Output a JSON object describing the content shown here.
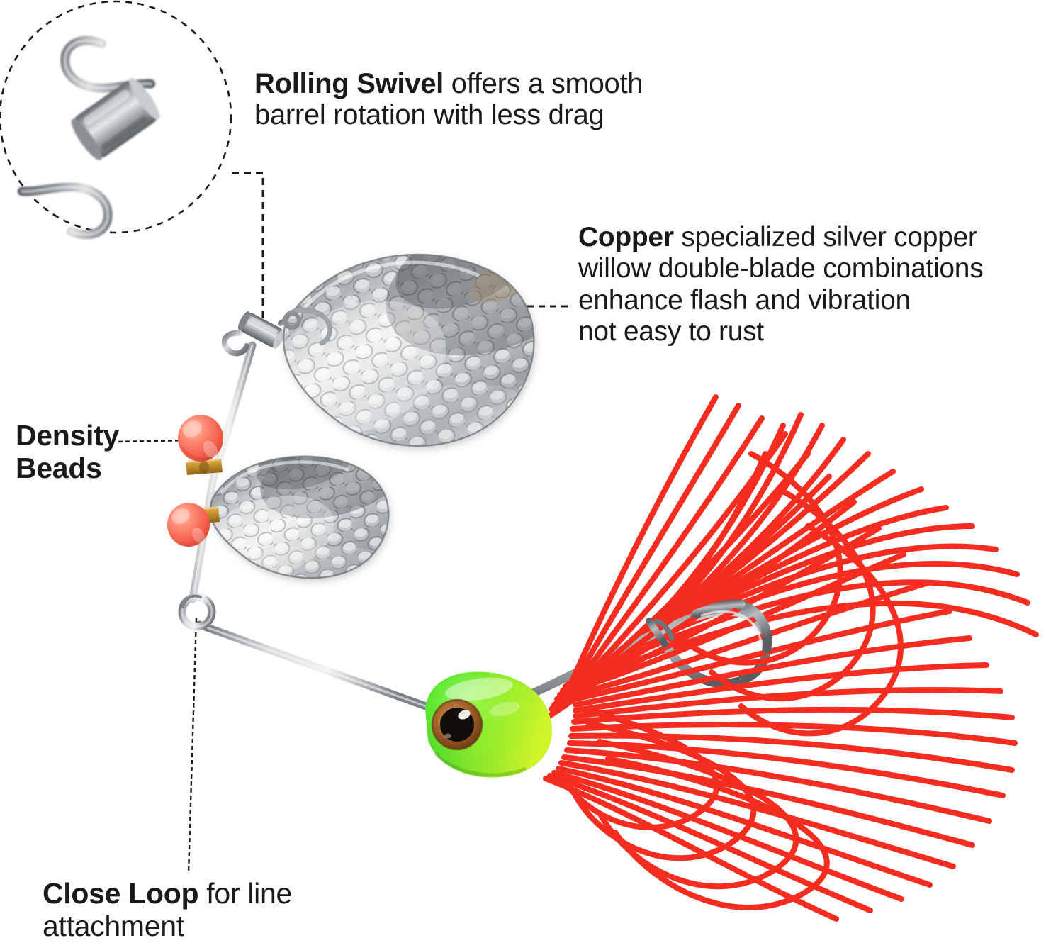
{
  "page": {
    "title": "Spinnerbait Fishing Lure Feature Infographic",
    "background": "#ffffff"
  },
  "callouts": [
    {
      "id": "swivel",
      "name": "rolling-swivel-callout",
      "lines": [
        {
          "bold": "Rolling Swivel",
          "rest": " offers a smooth"
        },
        {
          "bold": "",
          "rest": "barrel rotation with less drag"
        }
      ]
    },
    {
      "id": "copper",
      "name": "copper-blade-callout",
      "lines": [
        {
          "bold": "Copper",
          "rest": " specialized silver copper"
        },
        {
          "bold": "",
          "rest": "willow double-blade combinations"
        },
        {
          "bold": "",
          "rest": "enhance flash and vibration"
        },
        {
          "bold": "",
          "rest": "not easy to rust"
        }
      ]
    },
    {
      "id": "beads",
      "name": "density-beads-callout",
      "lines": [
        {
          "bold": "Density",
          "rest": ""
        },
        {
          "bold": "Beads",
          "rest": ""
        }
      ]
    },
    {
      "id": "loop",
      "name": "close-loop-callout",
      "lines": [
        {
          "bold": "Close Loop",
          "rest": " for line"
        },
        {
          "bold": "",
          "rest": "attachment"
        }
      ]
    }
  ],
  "inset": {
    "name": "rolling-swivel-detail-inset",
    "shape": "dashed-circle",
    "contents": "barrel-swivel"
  },
  "product": {
    "name": "spinnerbait-lure",
    "parts": [
      "rolling-swivel",
      "upper-willow-blade",
      "lower-willow-blade",
      "density-bead-upper",
      "density-bead-lower",
      "brass-clevis-upper",
      "brass-clevis-lower",
      "wire-frame",
      "close-loop",
      "lure-head",
      "lure-eye",
      "silicone-skirt",
      "hook"
    ]
  },
  "colors": {
    "blade_silver": "#c9cbcd",
    "blade_silver_dark": "#6e7276",
    "blade_highlight": "#f2f3f4",
    "bead_coral": "#f97060",
    "bead_coral_light": "#ffa494",
    "clevis_brass": "#c7932f",
    "wire_steel": "#a8abad",
    "head_green": "#5ce832",
    "head_chartreuse": "#c8f53a",
    "eye_iris": "#a5622a",
    "eye_pupil": "#120d08",
    "skirt_red": "#f52d21",
    "hook_steel": "#8e9296",
    "text": "#1a1a1a",
    "leader_line": "#1a1a1a",
    "background": "#ffffff"
  }
}
